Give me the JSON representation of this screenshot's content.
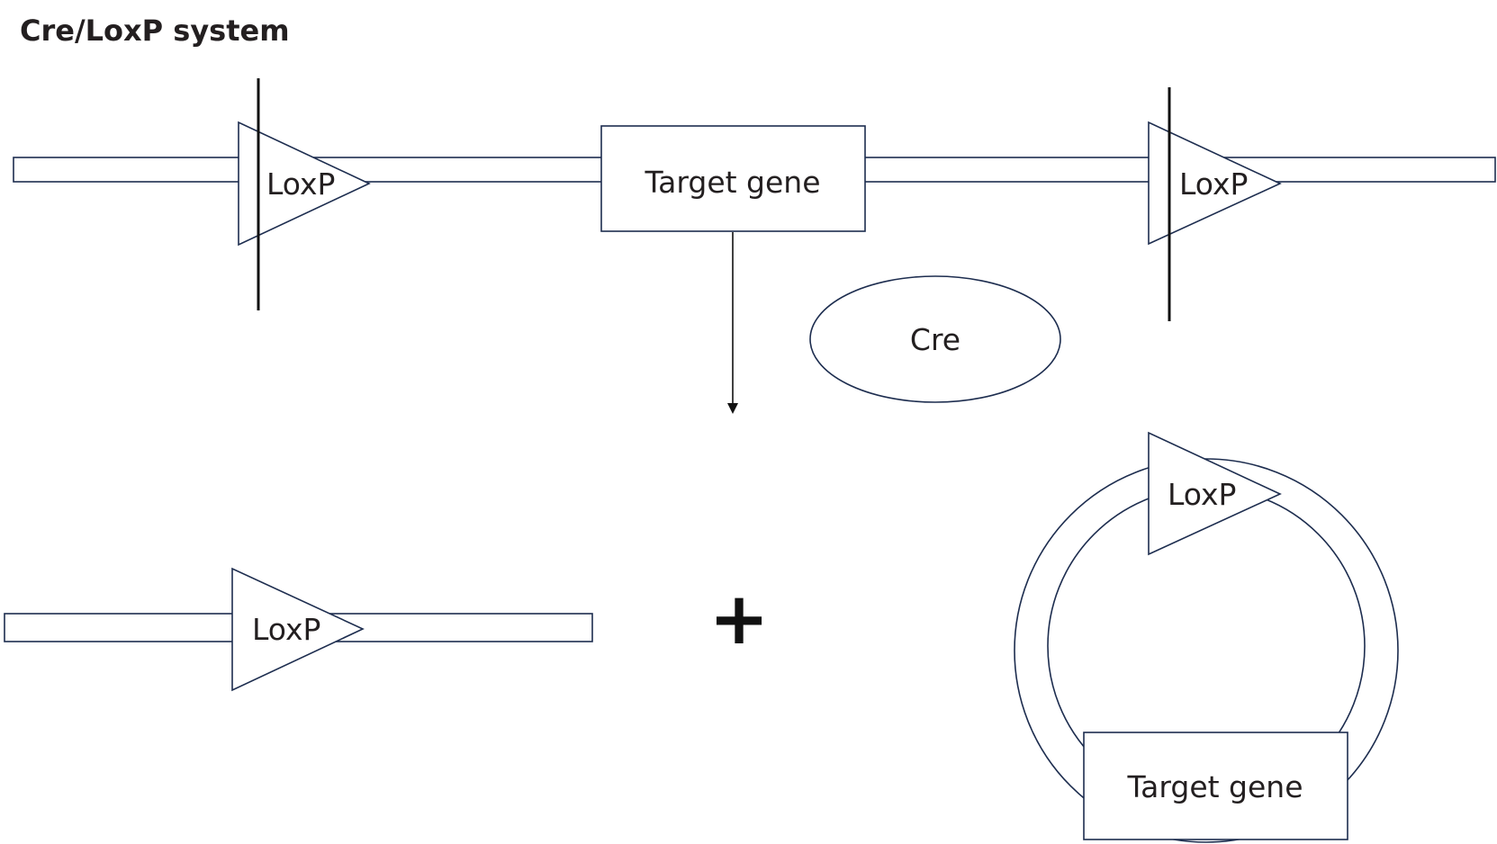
{
  "title": "Cre/LoxP system",
  "labels": {
    "loxp_left": "LoxP",
    "loxp_right": "LoxP",
    "target_gene_top": "Target gene",
    "cre": "Cre",
    "loxp_product": "LoxP",
    "plus": "+",
    "loxp_circle": "LoxP",
    "target_gene_circle": "Target gene"
  },
  "colors": {
    "stroke": "#1d2d4f",
    "text": "#231f20",
    "cut_line": "#111111"
  }
}
